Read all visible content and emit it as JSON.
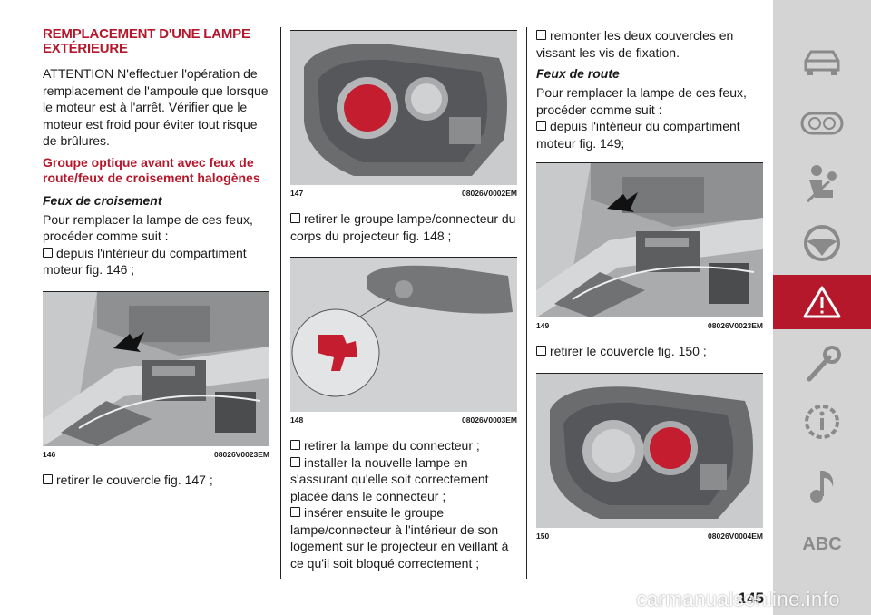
{
  "col1": {
    "title": "REMPLACEMENT D'UNE LAMPE EXTÉRIEURE",
    "attention": "ATTENTION N'effectuer l'opération de remplacement de l'ampoule que lorsque le moteur est à l'arrêt. Vérifier que le moteur est froid pour éviter tout risque de brûlures.",
    "subtitle": "Groupe optique avant avec feux de route/feux de croisement halogènes",
    "italic_head": "Feux de croisement",
    "intro": "Pour remplacer la lampe de ces feux, procéder comme suit :",
    "bullet1": "depuis l'intérieur du compartiment moteur fig. 146 ;",
    "fig_num": "146",
    "fig_code": "08026V0023EM",
    "bullet2": "retirer le couvercle fig. 147 ;"
  },
  "col2": {
    "fig1_num": "147",
    "fig1_code": "08026V0002EM",
    "bullet1": "retirer le groupe lampe/connecteur du corps du projecteur fig. 148 ;",
    "fig2_num": "148",
    "fig2_code": "08026V0003EM",
    "bullets": [
      "retirer la lampe du connecteur ;",
      "installer la nouvelle lampe en s'assurant qu'elle soit correctement placée dans le connecteur ;",
      "insérer ensuite le groupe lampe/connecteur à l'intérieur de son logement sur le projecteur en veillant à ce qu'il soit bloqué correctement ;"
    ]
  },
  "col3": {
    "bullet1": "remonter les deux couvercles en vissant les vis de fixation.",
    "italic_head": "Feux de route",
    "intro": "Pour remplacer la lampe de ces feux, procéder comme suit :",
    "bullet2": "depuis l'intérieur du compartiment moteur fig. 149;",
    "fig1_num": "149",
    "fig1_code": "08026V0023EM",
    "bullet3": "retirer le couvercle fig. 150 ;",
    "fig2_num": "150",
    "fig2_code": "08026V0004EM"
  },
  "page_number": "145",
  "watermark": "carmanualsonline.info",
  "sidebar": {
    "items": [
      "car-icon",
      "dashboard-icon",
      "airbag-seat-icon",
      "steering-wheel-icon",
      "warning-triangle-icon",
      "wrench-icon",
      "info-gear-icon",
      "music-note-icon"
    ],
    "abc_label": "ABC",
    "active_index": 4
  },
  "colors": {
    "accent": "#b5172b",
    "sidebar": "#d4d4d4",
    "icon": "#8a8a8a"
  }
}
